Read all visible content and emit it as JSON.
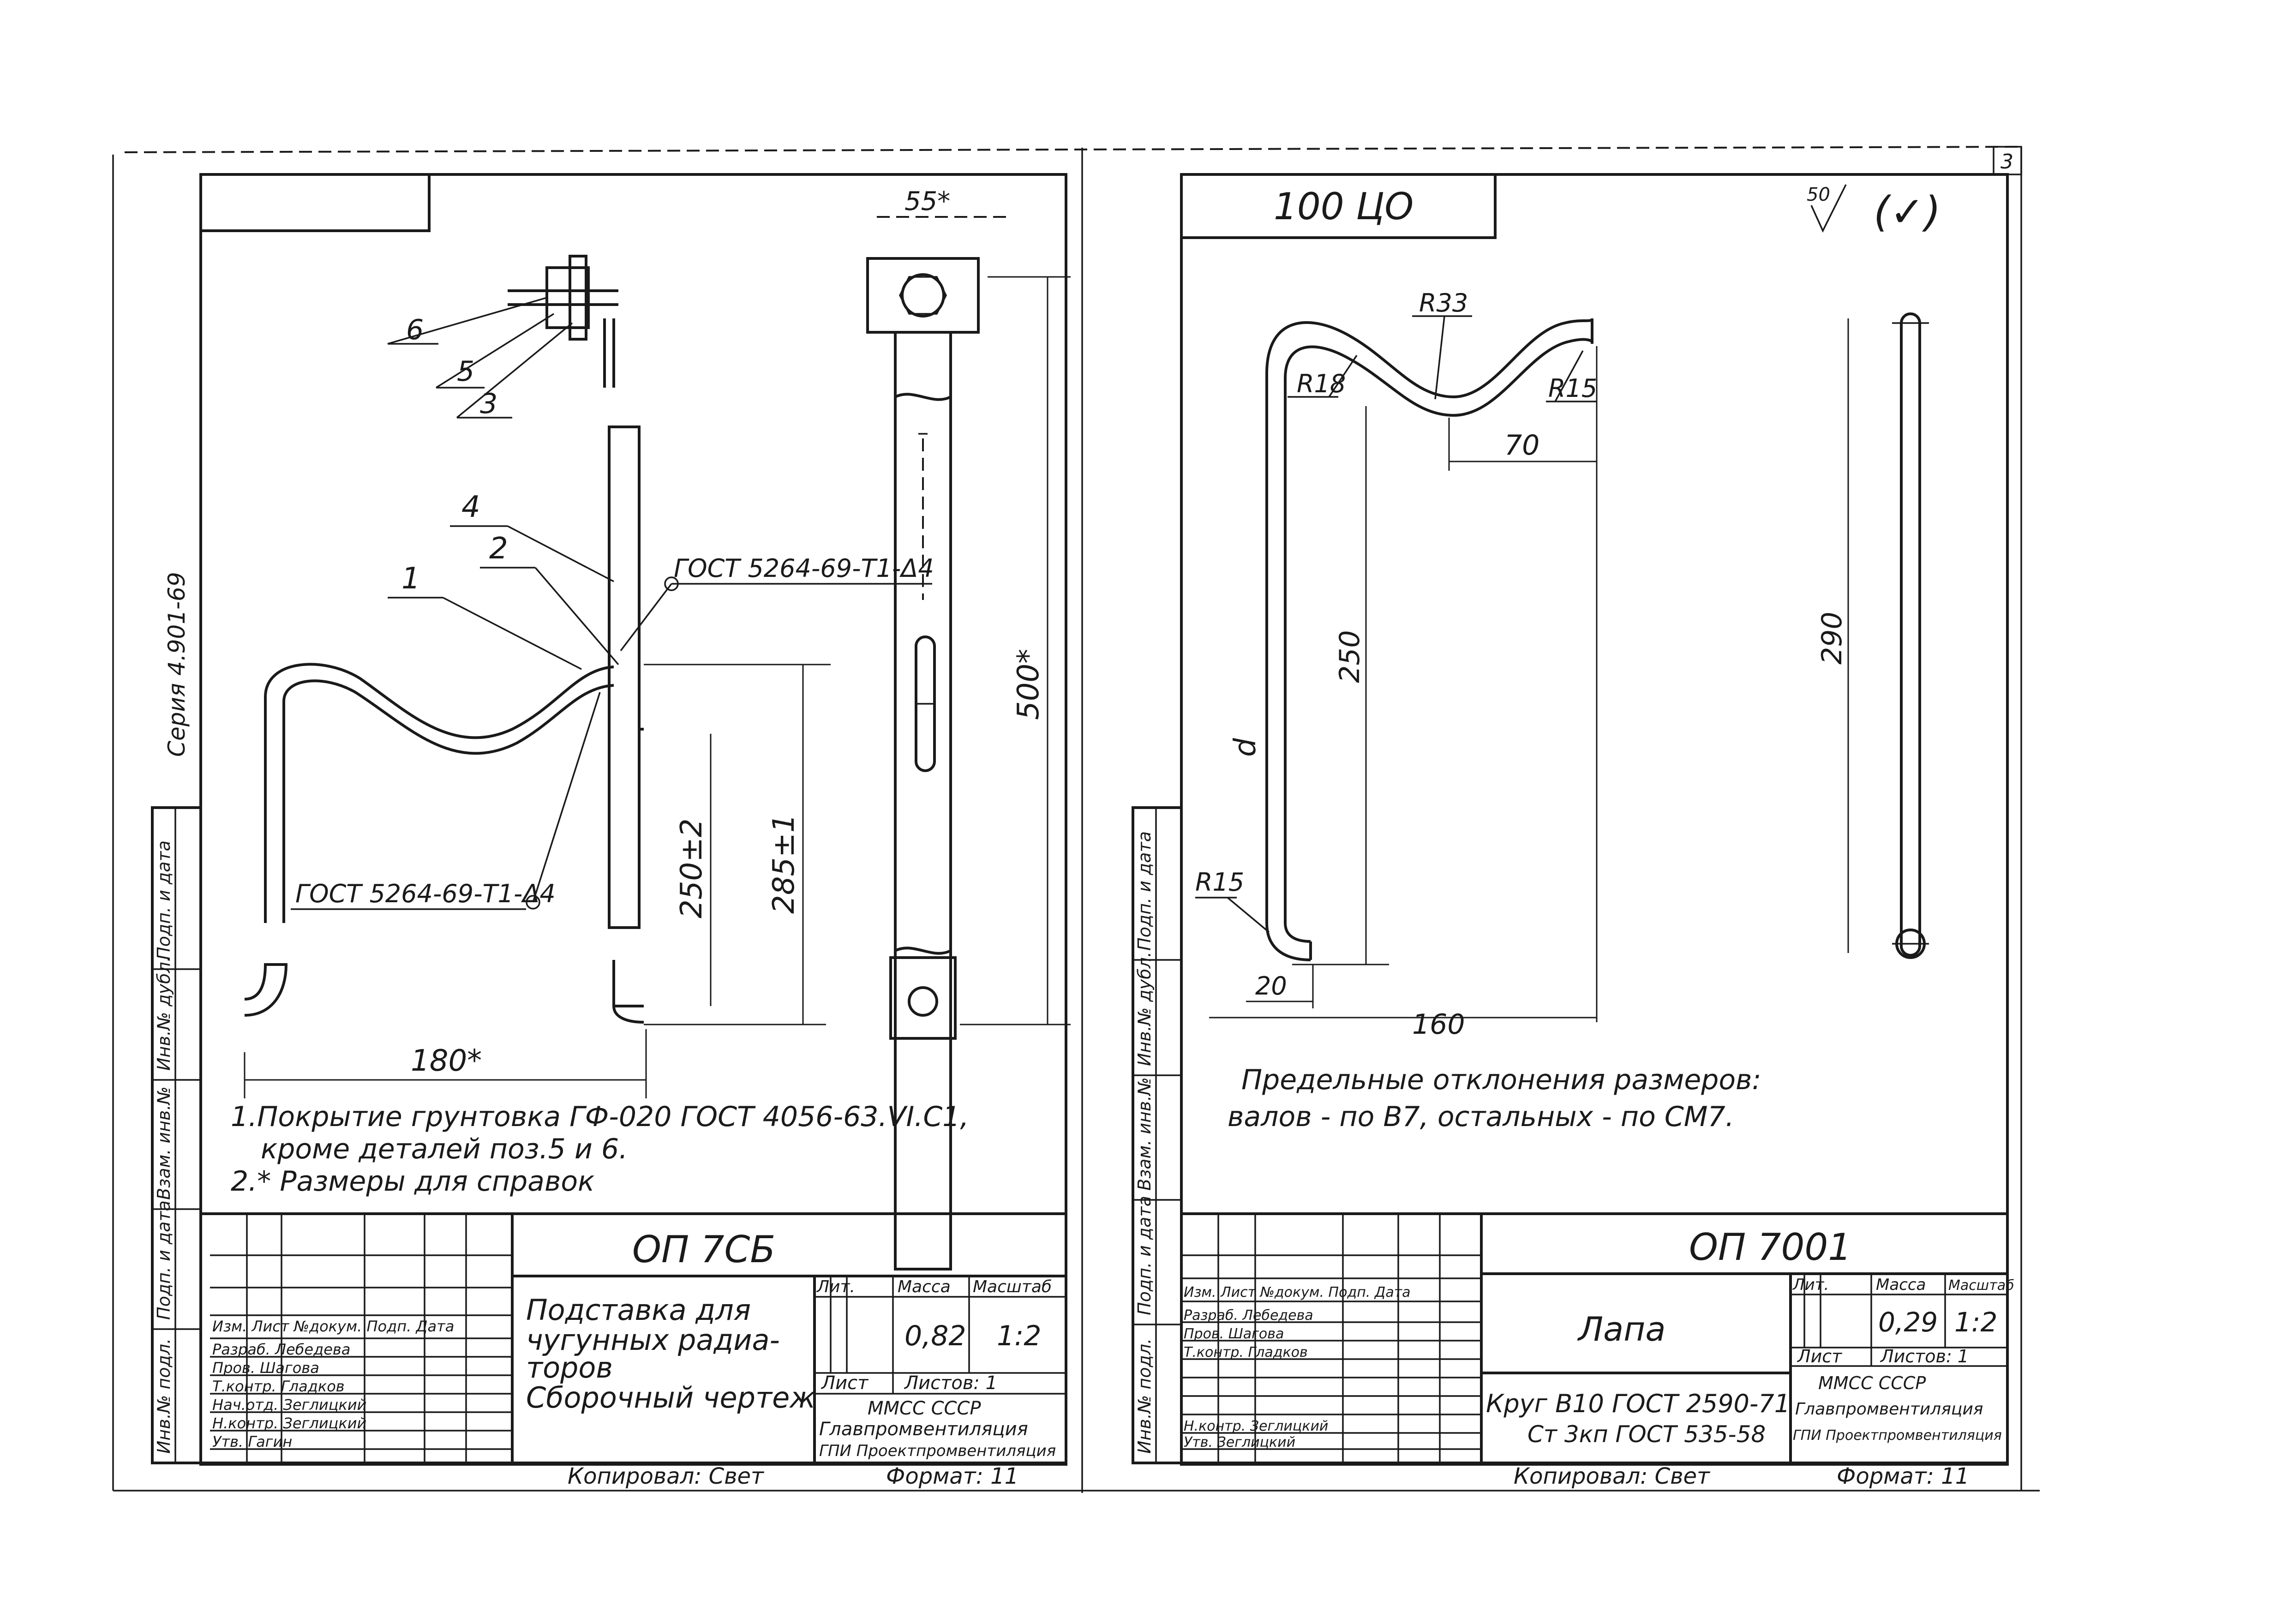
{
  "left_sheet": {
    "top_stamp": "",
    "top_right_mark": "55*",
    "series_label": "Серия 4.901-69",
    "pos_labels": [
      "6",
      "5",
      "3",
      "4",
      "2",
      "1"
    ],
    "weld_note_top": "ГОСТ 5264-69-Т1-Δ4",
    "weld_note_bottom": "ГОСТ 5264-69-Т1-Δ4",
    "dim_500": "500*",
    "dim_250": "250±2",
    "dim_285": "285±1",
    "dim_180": "180*",
    "note_1": "1.Покрытие грунтовка ГФ-020 ГОСТ 4056-63.VI.С1,",
    "note_1b": "кроме деталей поз.5 и 6.",
    "note_2": "2.* Размеры для справок",
    "side_labels": [
      "Подп. и дата",
      "Инв.№ дубл.",
      "Взам. инв.№",
      "Подп. и дата",
      "Инв.№ подл."
    ],
    "title_block": {
      "doc_code": "ОП 7СБ",
      "name_l1": "Подставка для",
      "name_l2": "чугунных радиа-",
      "name_l3": "торов",
      "name_l4": "Сборочный чертеж",
      "col_lit": "Лит.",
      "col_mass": "Масса",
      "col_scale": "Масштаб",
      "mass": "0,82",
      "scale": "1:2",
      "sheet": "Лист",
      "sheets": "Листов: 1",
      "org_l1": "ММСС СССР",
      "org_l2": "Главпромвентиляция",
      "org_l3": "ГПИ Проектпромвентиляция",
      "rows": [
        "Изм. Лист №докум. Подп. Дата",
        "Разраб. Лебедева",
        "Пров. Шагова",
        "Т.контр. Гладков",
        "Нач.отд. Зеглицкий",
        "Н.контр. Зеглицкий",
        "Утв. Гагин"
      ]
    },
    "copied": "Копировал: Свет",
    "format": "Формат: 11"
  },
  "right_sheet": {
    "top_stamp": "100 ЦО",
    "roughness": "50",
    "roughness_paren": "(✓)",
    "dim_r33": "R33",
    "dim_r18": "R18",
    "dim_r15_top": "R15",
    "dim_70": "70",
    "dim_250": "250",
    "dim_290": "290",
    "dim_d": "d",
    "dim_r15_bottom": "R15",
    "dim_20": "20",
    "dim_160": "160",
    "note_1": "Предельные отклонения размеров:",
    "note_2": "валов - по В7, остальных - по СМ7.",
    "side_labels": [
      "Подп. и дата",
      "Инв.№ дубл.",
      "Взам. инв.№",
      "Подп. и дата",
      "Инв.№ подл."
    ],
    "sheet_no": "3",
    "title_block": {
      "doc_code": "ОП 7001",
      "name": "Лапа",
      "col_lit": "Лит.",
      "col_mass": "Масса",
      "col_scale": "Масштаб",
      "mass": "0,29",
      "scale": "1:2",
      "sheet": "Лист",
      "sheets": "Листов: 1",
      "material_l1": "Круг В10 ГОСТ 2590-71",
      "material_l2": "Ст 3кп ГОСТ 535-58",
      "org_l1": "ММСС СССР",
      "org_l2": "Главпромвентиляция",
      "org_l3": "ГПИ Проектпромвентиляция",
      "rows": [
        "Изм. Лист №докум. Подп. Дата",
        "Разраб. Лебедева",
        "Пров. Шагова",
        "Т.контр. Гладков",
        "Н.контр. Зеглицкий",
        "Утв. Зеглицкий"
      ]
    },
    "copied": "Копировал: Свет",
    "format": "Формат: 11"
  }
}
